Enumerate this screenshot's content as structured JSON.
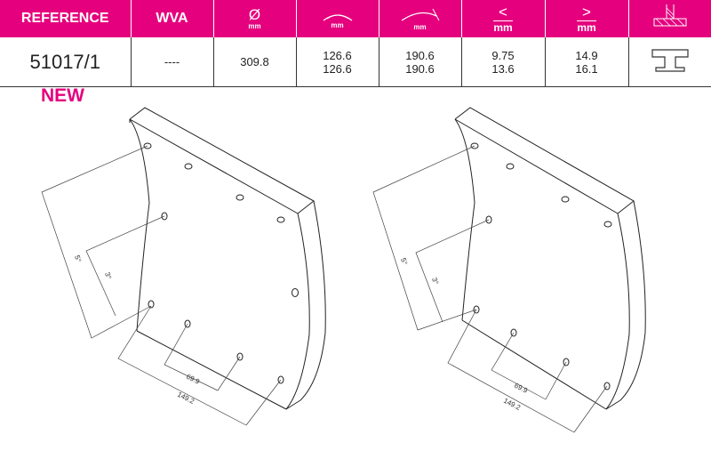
{
  "table": {
    "headers": {
      "reference": "REFERENCE",
      "wva": "WVA",
      "diameter_symbol": "Ø",
      "diameter_unit": "mm",
      "width_unit": "mm",
      "length_unit": "mm",
      "min_symbol": "<",
      "min_unit": "mm",
      "max_symbol": ">",
      "max_unit": "mm"
    },
    "row": {
      "reference": "51017/1",
      "wva": "----",
      "diameter": "309.8",
      "width_1": "126.6",
      "width_2": "126.6",
      "length_1": "190.6",
      "length_2": "190.6",
      "min_1": "9.75",
      "min_2": "13.6",
      "max_1": "14.9",
      "max_2": "16.1"
    }
  },
  "new_label": "NEW",
  "drawings": [
    {
      "dim_5deg": "5°",
      "dim_3deg": "3°",
      "dim_69": "69.9",
      "dim_149": "149.2"
    },
    {
      "dim_5deg": "5°",
      "dim_3deg": "3°",
      "dim_69": "69.9",
      "dim_149": "149.2"
    }
  ],
  "colors": {
    "accent": "#e5007e",
    "header_text": "#ffffff",
    "line": "#333333"
  },
  "icons": [
    "diameter-icon",
    "arc-width-icon",
    "arc-length-icon",
    "min-thickness-icon",
    "max-thickness-icon",
    "rivet-section-icon",
    "rivet-profile-icon"
  ]
}
